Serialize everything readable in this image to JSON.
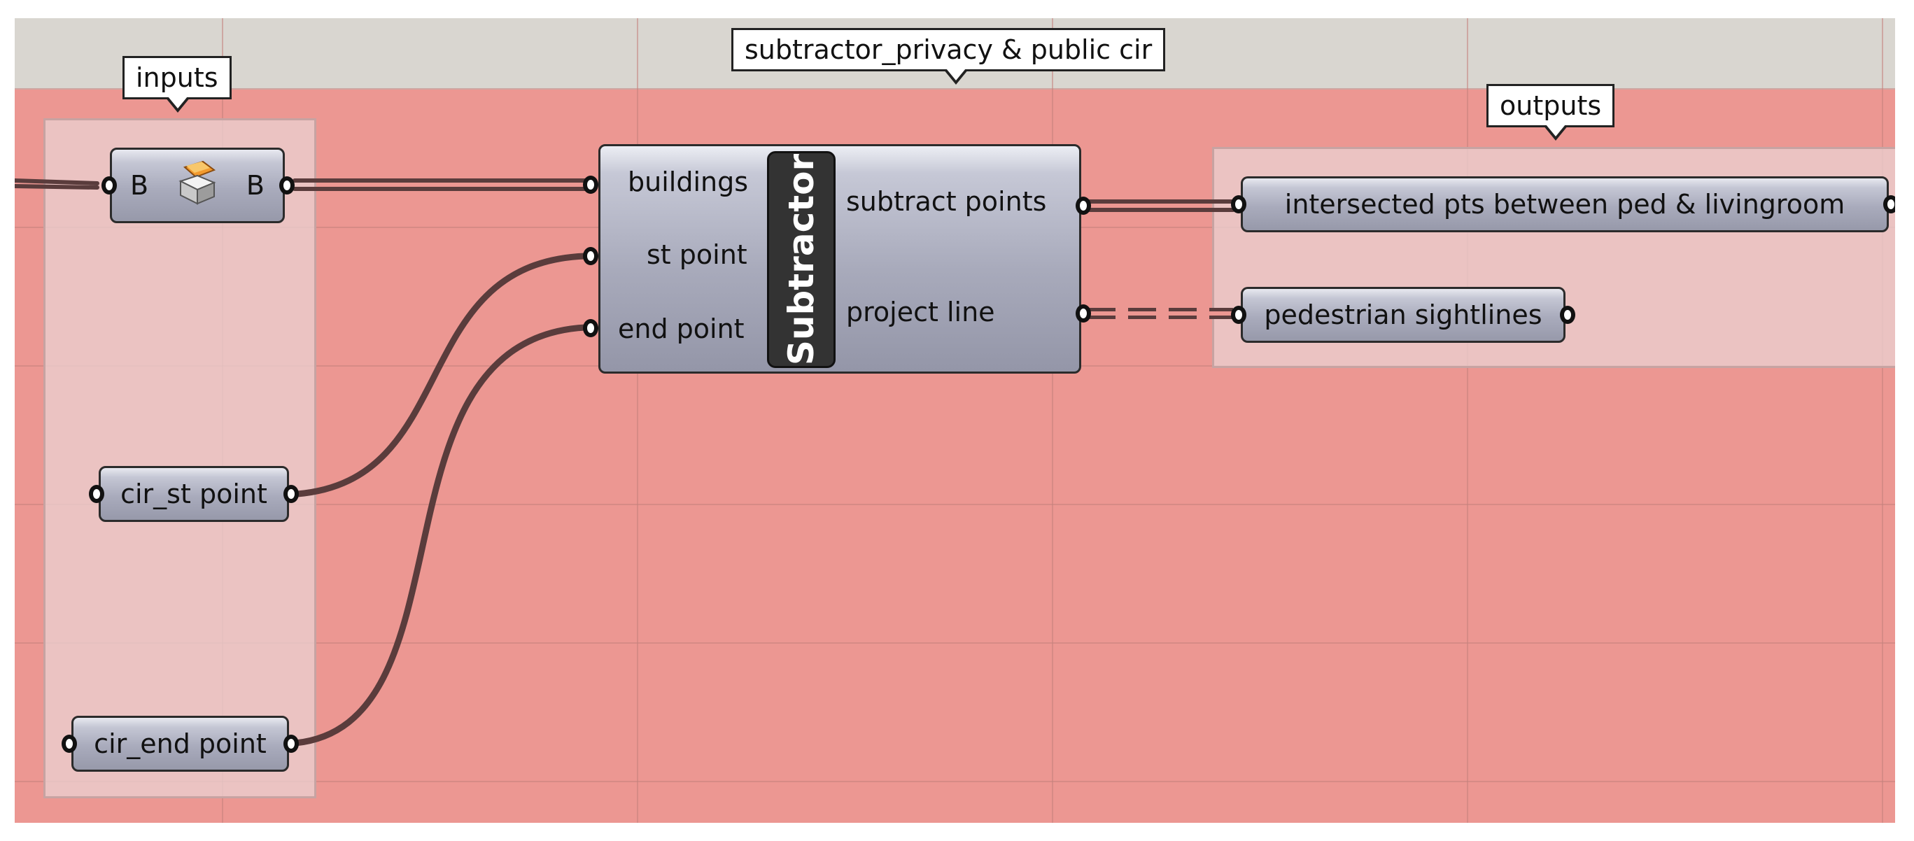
{
  "groups": {
    "inputs": "inputs",
    "outputs": "outputs",
    "component_group": "subtractor_privacy & public cir"
  },
  "params": {
    "brep": {
      "left_label": "B",
      "right_label": "B",
      "icon": "box-param-icon"
    },
    "cir_st_point": "cir_st point",
    "cir_end_point": "cir_end point",
    "intersected_pts": "intersected pts between ped & livingroom",
    "pedestrian_sightlines": "pedestrian sightlines"
  },
  "component": {
    "name": "Subtractor",
    "inputs": [
      "buildings",
      "st point",
      "end point"
    ],
    "outputs": [
      "subtract points",
      "project line"
    ]
  },
  "colors": {
    "canvas_pink": "#ec9792",
    "canvas_top": "#d9d6d0",
    "wire": "#5a3c3c",
    "group_fill": "#ebd2d2"
  }
}
